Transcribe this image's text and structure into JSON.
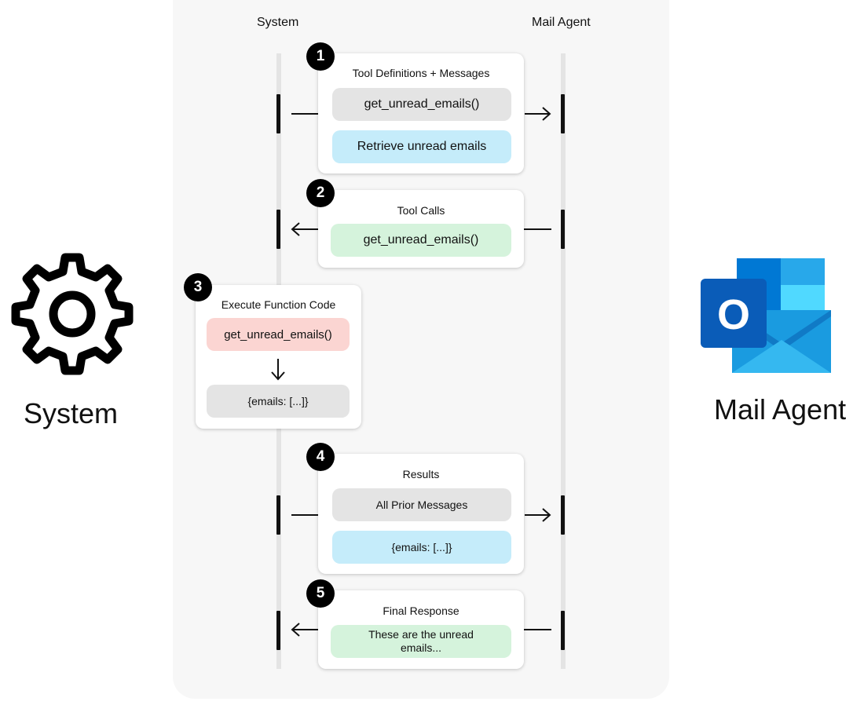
{
  "columns": {
    "left": "System",
    "right": "Mail Agent"
  },
  "side_labels": {
    "left": "System",
    "right": "Mail Agent"
  },
  "icons": {
    "left": "gear-icon",
    "right": "outlook-icon"
  },
  "colors": {
    "gray_pill": "#e4e4e4",
    "blue_pill": "#c5ecfa",
    "green_pill": "#d5f3dc",
    "red_pill": "#fbd5d2",
    "outlook_blue": "#0a64c8"
  },
  "steps": [
    {
      "number": "1",
      "title": "Tool Definitions + Messages",
      "pills": [
        "get_unread_emails()",
        "Retrieve unread emails"
      ],
      "direction": "to-agent"
    },
    {
      "number": "2",
      "title": "Tool Calls",
      "pills": [
        "get_unread_emails()"
      ],
      "direction": "to-system"
    },
    {
      "number": "3",
      "title": "Execute Function Code",
      "pills": [
        "get_unread_emails()",
        "{emails: [...]}"
      ],
      "direction": "local"
    },
    {
      "number": "4",
      "title": "Results",
      "pills": [
        "All Prior Messages",
        "{emails: [...]}"
      ],
      "direction": "to-agent"
    },
    {
      "number": "5",
      "title": "Final Response",
      "pills": [
        "These are the unread emails..."
      ],
      "direction": "to-system"
    }
  ],
  "outlook_logo_letter": "O"
}
